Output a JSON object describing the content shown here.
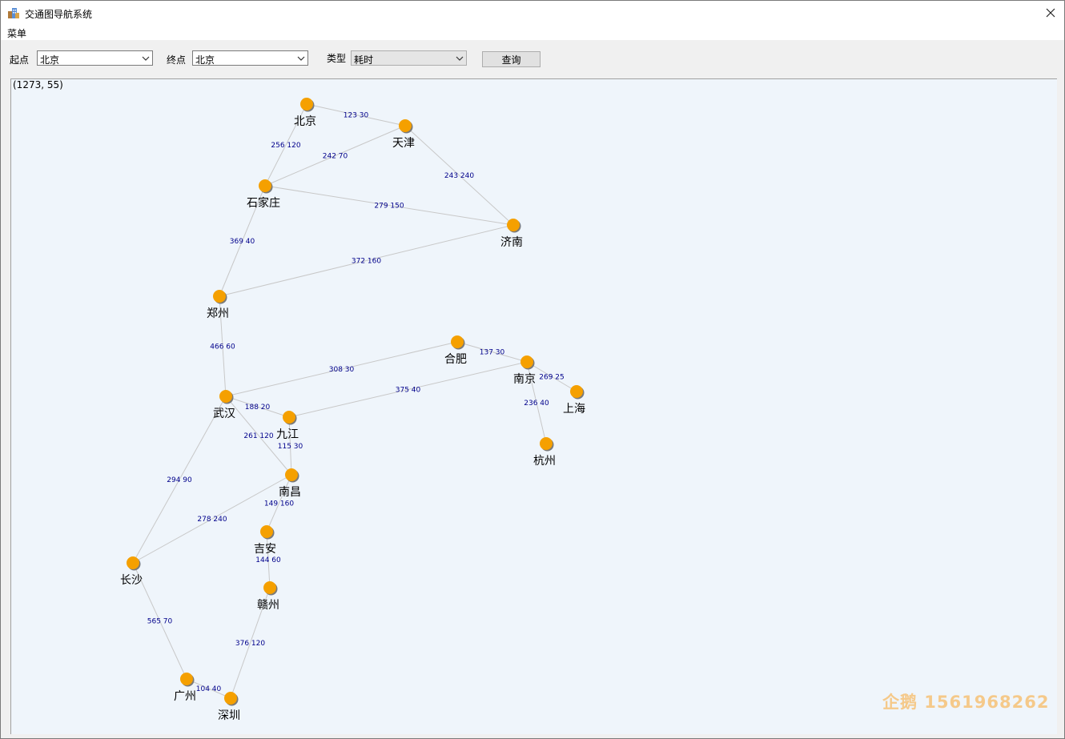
{
  "window": {
    "title": "交通图导航系统",
    "menu": [
      "菜单"
    ]
  },
  "toolbar": {
    "start_label": "起点",
    "start_value": "北京",
    "end_label": "终点",
    "end_value": "北京",
    "type_label": "类型",
    "type_value": "耗时",
    "query_label": "查询"
  },
  "canvas": {
    "coord_readout": "(1273, 55)",
    "watermark": "企鹅 1561968262",
    "node_color": "#f5a000",
    "edge_color": "#c8c8c8",
    "edge_label_color": "#00008b"
  },
  "cities": [
    "北京",
    "天津",
    "石家庄",
    "济南",
    "郑州",
    "合肥",
    "南京",
    "上海",
    "武汉",
    "九江",
    "杭州",
    "南昌",
    "吉安",
    "长沙",
    "赣州",
    "广州",
    "深圳"
  ],
  "routes": [
    {
      "from": "北京",
      "to": "天津",
      "label": "123  30"
    },
    {
      "from": "北京",
      "to": "石家庄",
      "label": "256  120"
    },
    {
      "from": "天津",
      "to": "石家庄",
      "label": "242  70"
    },
    {
      "from": "天津",
      "to": "济南",
      "label": "243  240"
    },
    {
      "from": "石家庄",
      "to": "济南",
      "label": "279  150"
    },
    {
      "from": "石家庄",
      "to": "郑州",
      "label": "369  40"
    },
    {
      "from": "济南",
      "to": "郑州",
      "label": "372  160"
    },
    {
      "from": "郑州",
      "to": "武汉",
      "label": "466  60"
    },
    {
      "from": "武汉",
      "to": "合肥",
      "label": "308  30"
    },
    {
      "from": "合肥",
      "to": "南京",
      "label": "137  30"
    },
    {
      "from": "南京",
      "to": "九江",
      "label": "375  40"
    },
    {
      "from": "南京",
      "to": "上海",
      "label": "269  25"
    },
    {
      "from": "南京",
      "to": "杭州",
      "label": "236  40"
    },
    {
      "from": "武汉",
      "to": "九江",
      "label": "188  20"
    },
    {
      "from": "武汉",
      "to": "南昌",
      "label": "261  120"
    },
    {
      "from": "九江",
      "to": "南昌",
      "label": "115  30"
    },
    {
      "from": "武汉",
      "to": "长沙",
      "label": "294  90"
    },
    {
      "from": "南昌",
      "to": "长沙",
      "label": "278  240"
    },
    {
      "from": "南昌",
      "to": "吉安",
      "label": "149  160"
    },
    {
      "from": "吉安",
      "to": "赣州",
      "label": "144  60"
    },
    {
      "from": "长沙",
      "to": "广州",
      "label": "565  70"
    },
    {
      "from": "赣州",
      "to": "深圳",
      "label": "376  120"
    },
    {
      "from": "广州",
      "to": "深圳",
      "label": "104  40"
    }
  ]
}
